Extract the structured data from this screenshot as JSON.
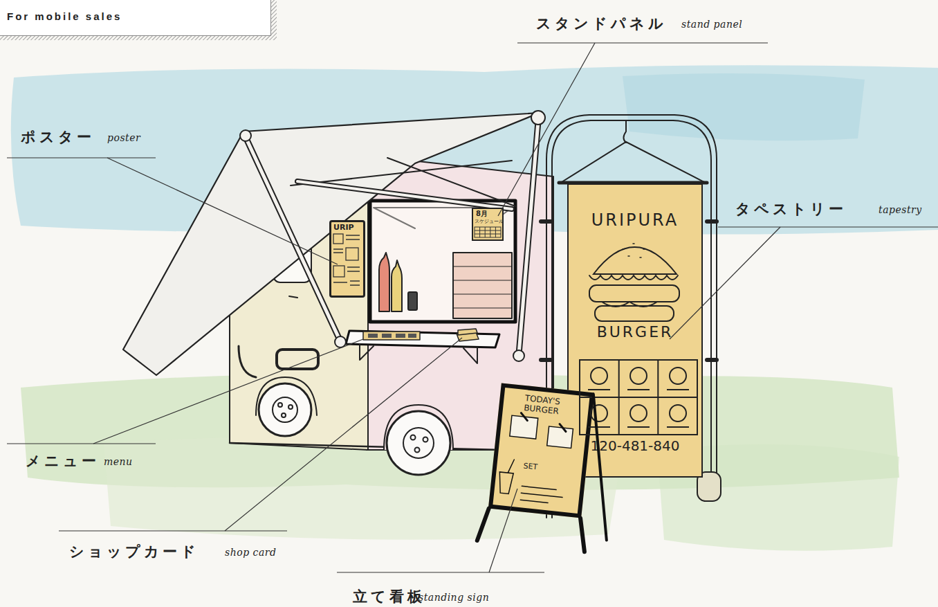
{
  "diagram": {
    "nodes": [
      {
        "text": [
          "For mobile sales"
        ]
      },
      {
        "text": [
          "URIP"
        ]
      },
      {
        "text": [
          "8月",
          "スケジュール"
        ]
      },
      {
        "text": [
          "URIPURA",
          "BURGER",
          "120-481-840"
        ]
      },
      {
        "text": [
          "TODAY'S BURGER",
          "SET"
        ]
      }
    ],
    "labels": [
      "スタンドパネル",
      "stand panel",
      "ポスター",
      "poster",
      "タペストリー",
      "tapestry",
      "メニュー",
      "menu",
      "ショップカード",
      "shop card",
      "立て看板",
      "standing sign"
    ]
  }
}
